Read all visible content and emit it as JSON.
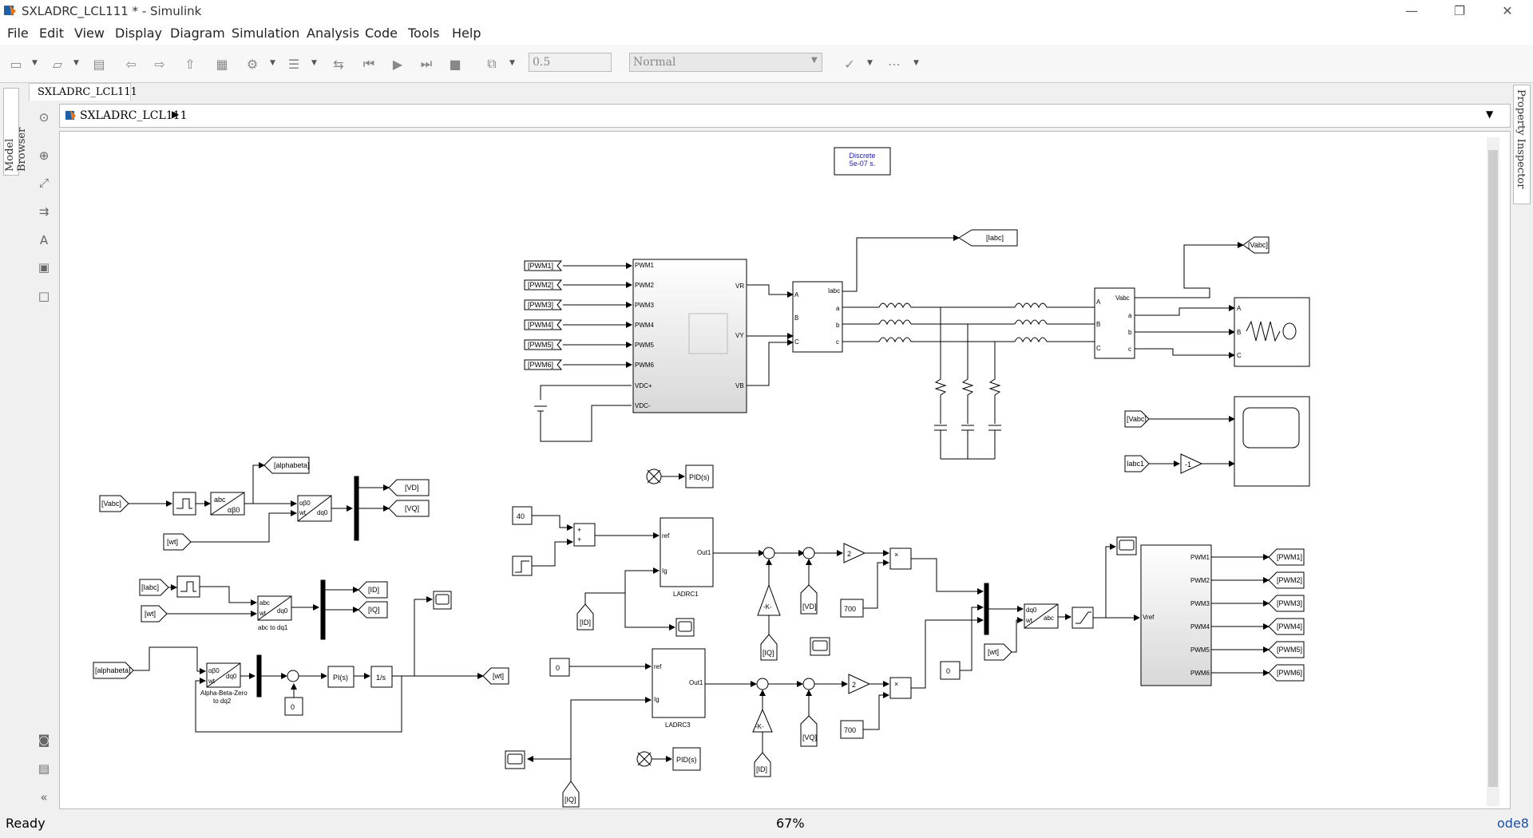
{
  "window": {
    "title": "SXLADRC_LCL111 * - Simulink",
    "min": "—",
    "restore": "❐",
    "close": "✕"
  },
  "menu": [
    "File",
    "Edit",
    "View",
    "Display",
    "Diagram",
    "Simulation",
    "Analysis",
    "Code",
    "Tools",
    "Help"
  ],
  "toolbar": {
    "stop_time": "0.5",
    "sim_mode": "Normal"
  },
  "tabs": {
    "model_browser": "Model Browser",
    "property_inspector": "Property Inspector",
    "document": "SXLADRC_LCL111"
  },
  "breadcrumb": "SXLADRC_LCL111",
  "status": {
    "ready": "Ready",
    "zoom": "67%",
    "solver": "ode8"
  },
  "diagram": {
    "powergui": [
      "Discrete",
      "5e-07 s."
    ],
    "goto_tags": {
      "iabc": "[Iabc]",
      "vabc": "[Vabc]",
      "alphabeta": "[alphabeta]",
      "vd": "[VD]",
      "vq": "[VQ]",
      "id": "[ID]",
      "iq": "[IQ]",
      "wt": "[wt]"
    },
    "pwm_tags": [
      "[PWM1]",
      "[PWM2]",
      "[PWM3]",
      "[PWM4]",
      "[PWM5]",
      "[PWM6]"
    ],
    "inverter_ports": [
      "PWM1",
      "PWM2",
      "PWM3",
      "PWM4",
      "PWM5",
      "PWM6",
      "VDC+",
      "VDC-"
    ],
    "inverter_out": [
      "VR",
      "VY",
      "VB"
    ],
    "pwm_gen_ports": [
      "PWM1",
      "PWM2",
      "PWM3",
      "PWM4",
      "PWM5",
      "PWM6"
    ],
    "vref": "Vref",
    "meas_ports": {
      "in": [
        "A",
        "B",
        "C"
      ],
      "out": [
        "Iabc",
        "a",
        "b",
        "c"
      ]
    },
    "vmeas_out": "Vabc",
    "scope_ports": [
      "A",
      "B",
      "C"
    ],
    "from_tags": {
      "vabc": "[Vabc]",
      "iabc1": "Iabc1"
    },
    "gain_neg1": "-1",
    "block_labels": {
      "abc_dq1": "abc to dq1",
      "abz": "Alpha-Beta-Zero",
      "abz2": "to dq2",
      "ladrc1": "LADRC1",
      "ladrc3": "LADRC3"
    },
    "consts": {
      "c40": "40",
      "c0a": "0",
      "c0b": "0",
      "c0c": "0",
      "c700a": "700",
      "c700b": "700",
      "g2a": "2",
      "g2b": "2",
      "gk": "-K-"
    },
    "pid": "PID(s)",
    "pi": "PI(s)",
    "integrator": "1/s",
    "ladrc_ports": {
      "ref": "ref",
      "ig": "Ig",
      "out": "Out1"
    },
    "transform": {
      "abc": "abc",
      "ab0": "αβ0",
      "dq0": "dq0",
      "wt": "wt"
    }
  }
}
